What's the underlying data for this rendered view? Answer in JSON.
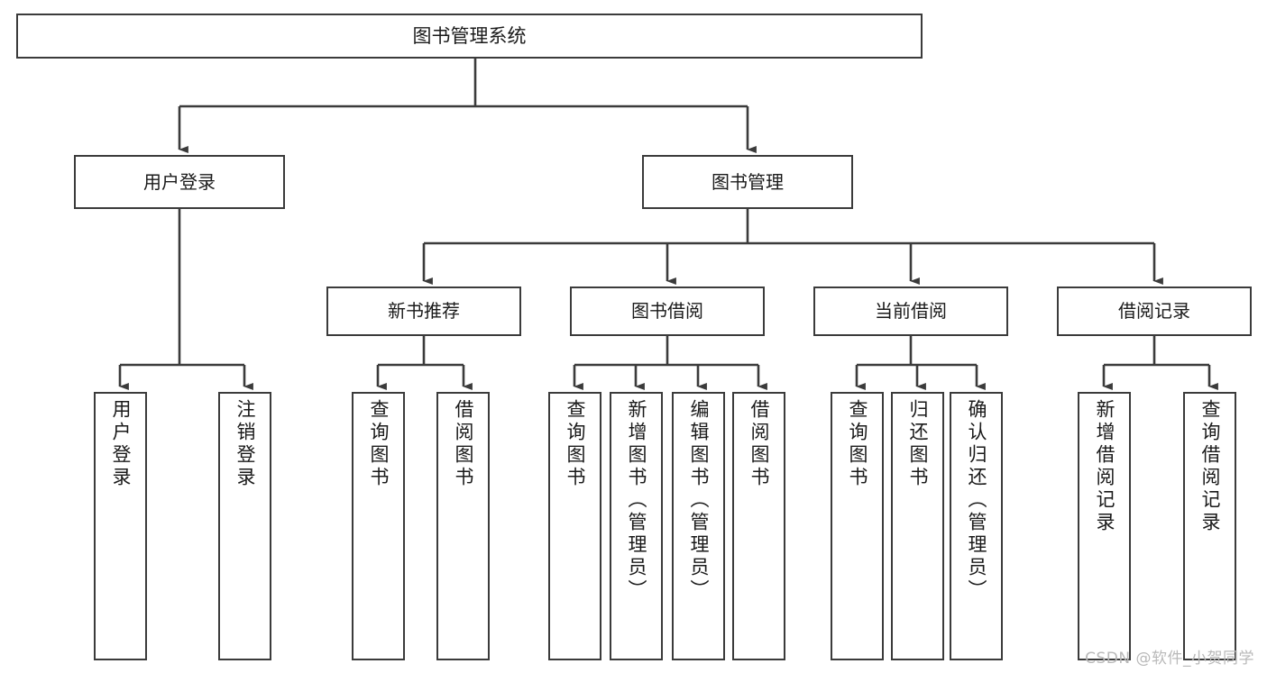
{
  "diagram": {
    "type": "tree",
    "title": "图书管理系统",
    "orientation": "top-down",
    "line_color": "#3b3b3b",
    "box_fill": "#ffffff",
    "text_color": "#1a1a1a"
  },
  "root": {
    "label": "图书管理系统"
  },
  "level2": [
    {
      "label": "用户登录"
    },
    {
      "label": "图书管理"
    }
  ],
  "level3": [
    {
      "label": "新书推荐"
    },
    {
      "label": "图书借阅"
    },
    {
      "label": "当前借阅"
    },
    {
      "label": "借阅记录"
    }
  ],
  "leaves": {
    "user_login": [
      {
        "label": "用户登录"
      },
      {
        "label": "注销登录"
      }
    ],
    "new_book_recommend": [
      {
        "label": "查询图书"
      },
      {
        "label": "借阅图书"
      }
    ],
    "book_borrow": [
      {
        "label": "查询图书"
      },
      {
        "label": "新增图书（管理员）"
      },
      {
        "label": "编辑图书（管理员）"
      },
      {
        "label": "借阅图书"
      }
    ],
    "current_borrow": [
      {
        "label": "查询图书"
      },
      {
        "label": "归还图书"
      },
      {
        "label": "确认归还（管理员）"
      }
    ],
    "borrow_record": [
      {
        "label": "新增借阅记录"
      },
      {
        "label": "查询借阅记录"
      }
    ]
  },
  "watermark": {
    "text": "CSDN @软件_小贺同学",
    "color": "#b9b9b9"
  }
}
